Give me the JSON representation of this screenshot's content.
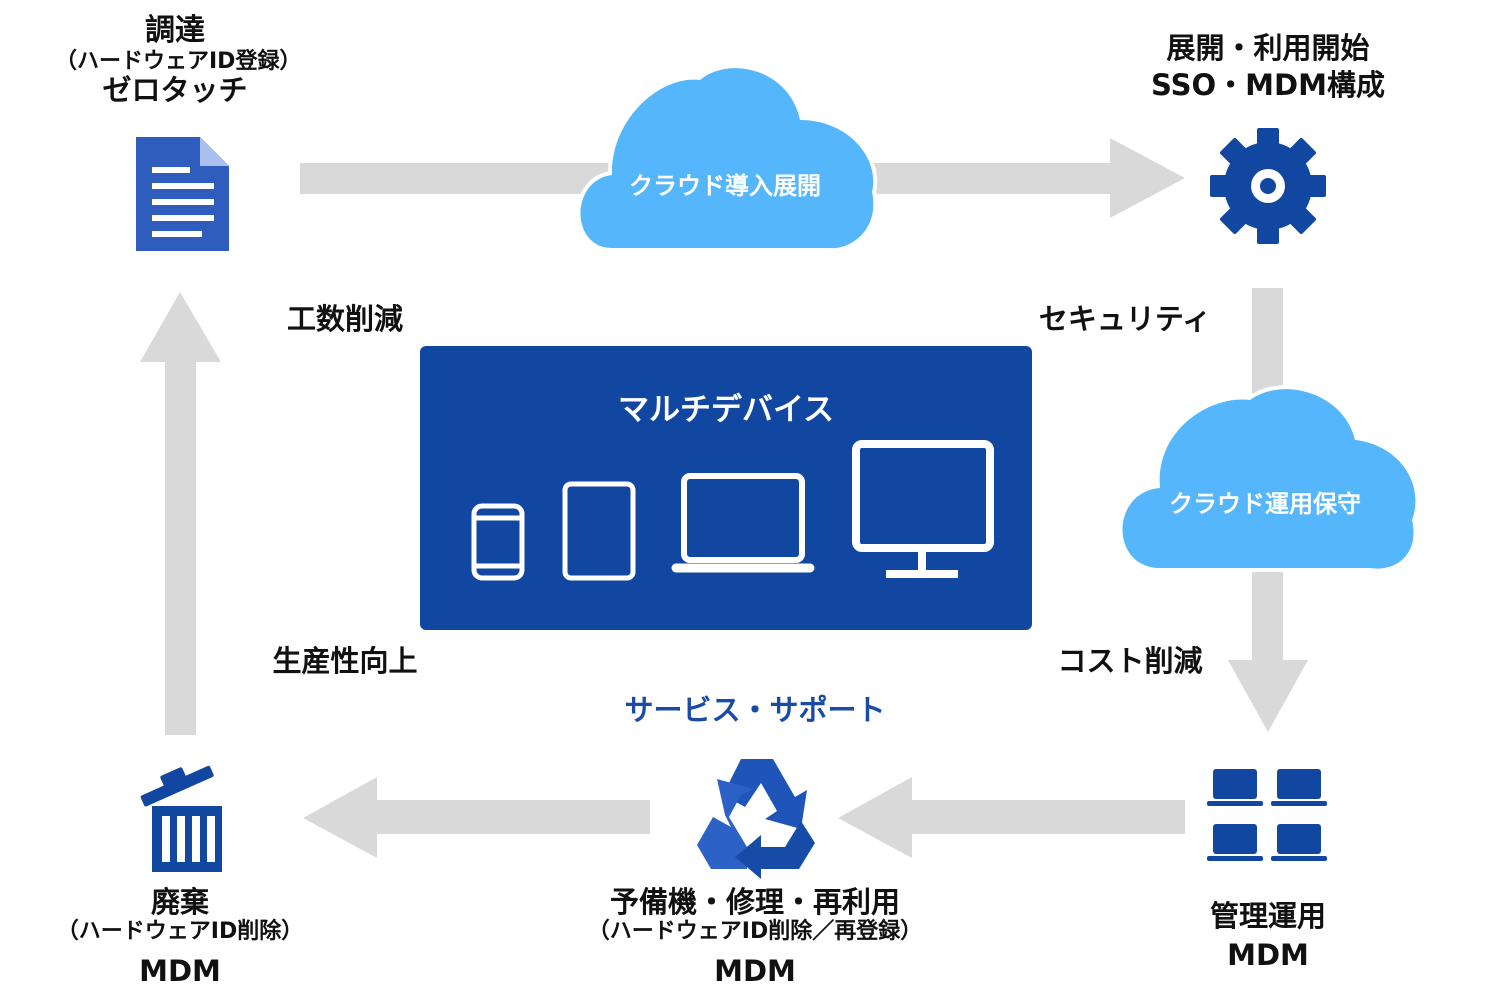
{
  "colors": {
    "blue": "#1147a1",
    "cloud": "#55b6fb",
    "arrow": "#d9d9d9",
    "accent_text": "#1a4ba5"
  },
  "steps": {
    "procure": {
      "title": "調達",
      "sub": "（ハードウェアID登録）",
      "extra": "ゼロタッチ",
      "icon": "document-icon"
    },
    "deploy": {
      "title": "展開・利用開始",
      "extra": "SSO・MDM構成",
      "icon": "gear-icon"
    },
    "manage": {
      "title": "管理運用",
      "extra": "MDM",
      "icon": "laptops-grid-icon"
    },
    "repair": {
      "title": "予備機・修理・再利用",
      "sub": "（ハードウェアID削除／再登録）",
      "extra": "MDM",
      "icon": "recycle-icon"
    },
    "dispose": {
      "title": "廃棄",
      "sub": "（ハードウェアID削除）",
      "extra": "MDM",
      "icon": "trash-icon"
    }
  },
  "clouds": {
    "deploy": "クラウド導入展開",
    "maintain": "クラウド運用保守"
  },
  "benefits": {
    "effort": "工数削減",
    "security": "セキュリティ",
    "cost": "コスト削減",
    "productivity": "生産性向上"
  },
  "center": {
    "title": "マルチデバイス",
    "devices": [
      "smartphone-icon",
      "tablet-icon",
      "laptop-icon",
      "monitor-icon"
    ]
  },
  "service": "サービス・サポート"
}
